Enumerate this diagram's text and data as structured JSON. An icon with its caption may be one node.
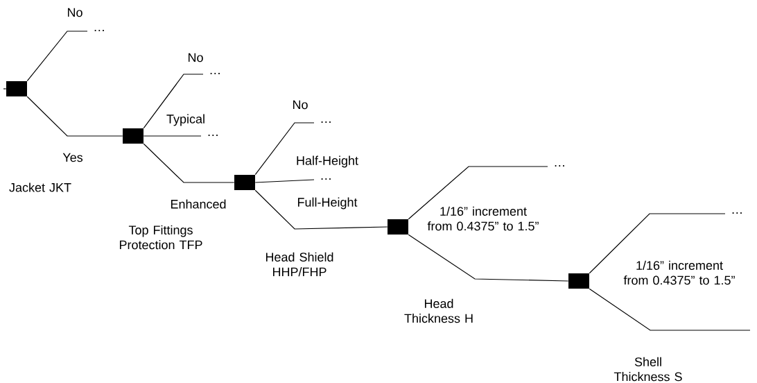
{
  "diagram": {
    "nodes": [
      {
        "text": [],
        "shape": "box"
      },
      {
        "text": [
          "…"
        ]
      },
      {
        "text": [],
        "shape": "box"
      },
      {
        "text": [
          "…"
        ]
      },
      {
        "text": [
          "…"
        ]
      },
      {
        "text": [],
        "shape": "box"
      },
      {
        "text": [
          "…"
        ]
      },
      {
        "text": [
          "…"
        ]
      },
      {
        "text": [],
        "shape": "box"
      },
      {
        "text": [
          "…"
        ]
      },
      {
        "text": [],
        "shape": "box"
      },
      {
        "text": [
          "…"
        ]
      }
    ],
    "edges": [
      {
        "from": null,
        "to": 0,
        "arrow": "none"
      },
      {
        "from": 0,
        "to": 1,
        "arrow": "none",
        "label": "No"
      },
      {
        "from": 0,
        "to": 2,
        "arrow": "none",
        "label": "Yes"
      },
      {
        "from": 2,
        "to": 3,
        "arrow": "none",
        "label": "No"
      },
      {
        "from": 2,
        "to": 4,
        "arrow": "none",
        "label": "Typical"
      },
      {
        "from": 2,
        "to": 5,
        "arrow": "none",
        "label": "Enhanced"
      },
      {
        "from": 5,
        "to": 6,
        "arrow": "none",
        "label": "No"
      },
      {
        "from": 5,
        "to": 7,
        "arrow": "none",
        "label": "Half-Height"
      },
      {
        "from": 5,
        "to": 8,
        "arrow": "none",
        "label": "Full-Height"
      },
      {
        "from": 8,
        "to": 9,
        "arrow": "none",
        "label": "1/16” increment from 0.4375” to 1.5”"
      },
      {
        "from": 8,
        "to": 10,
        "arrow": "none"
      },
      {
        "from": 10,
        "to": 11,
        "arrow": "none",
        "label": "1/16” increment from 0.4375” to 1.5”"
      },
      {
        "from": 10,
        "to": null,
        "arrow": "none"
      }
    ],
    "labels": [
      "Jacket JKT",
      "Top Fittings Protection TFP",
      "Head Shield HHP/FHP",
      "Head Thickness H",
      "Shell Thickness S"
    ]
  }
}
